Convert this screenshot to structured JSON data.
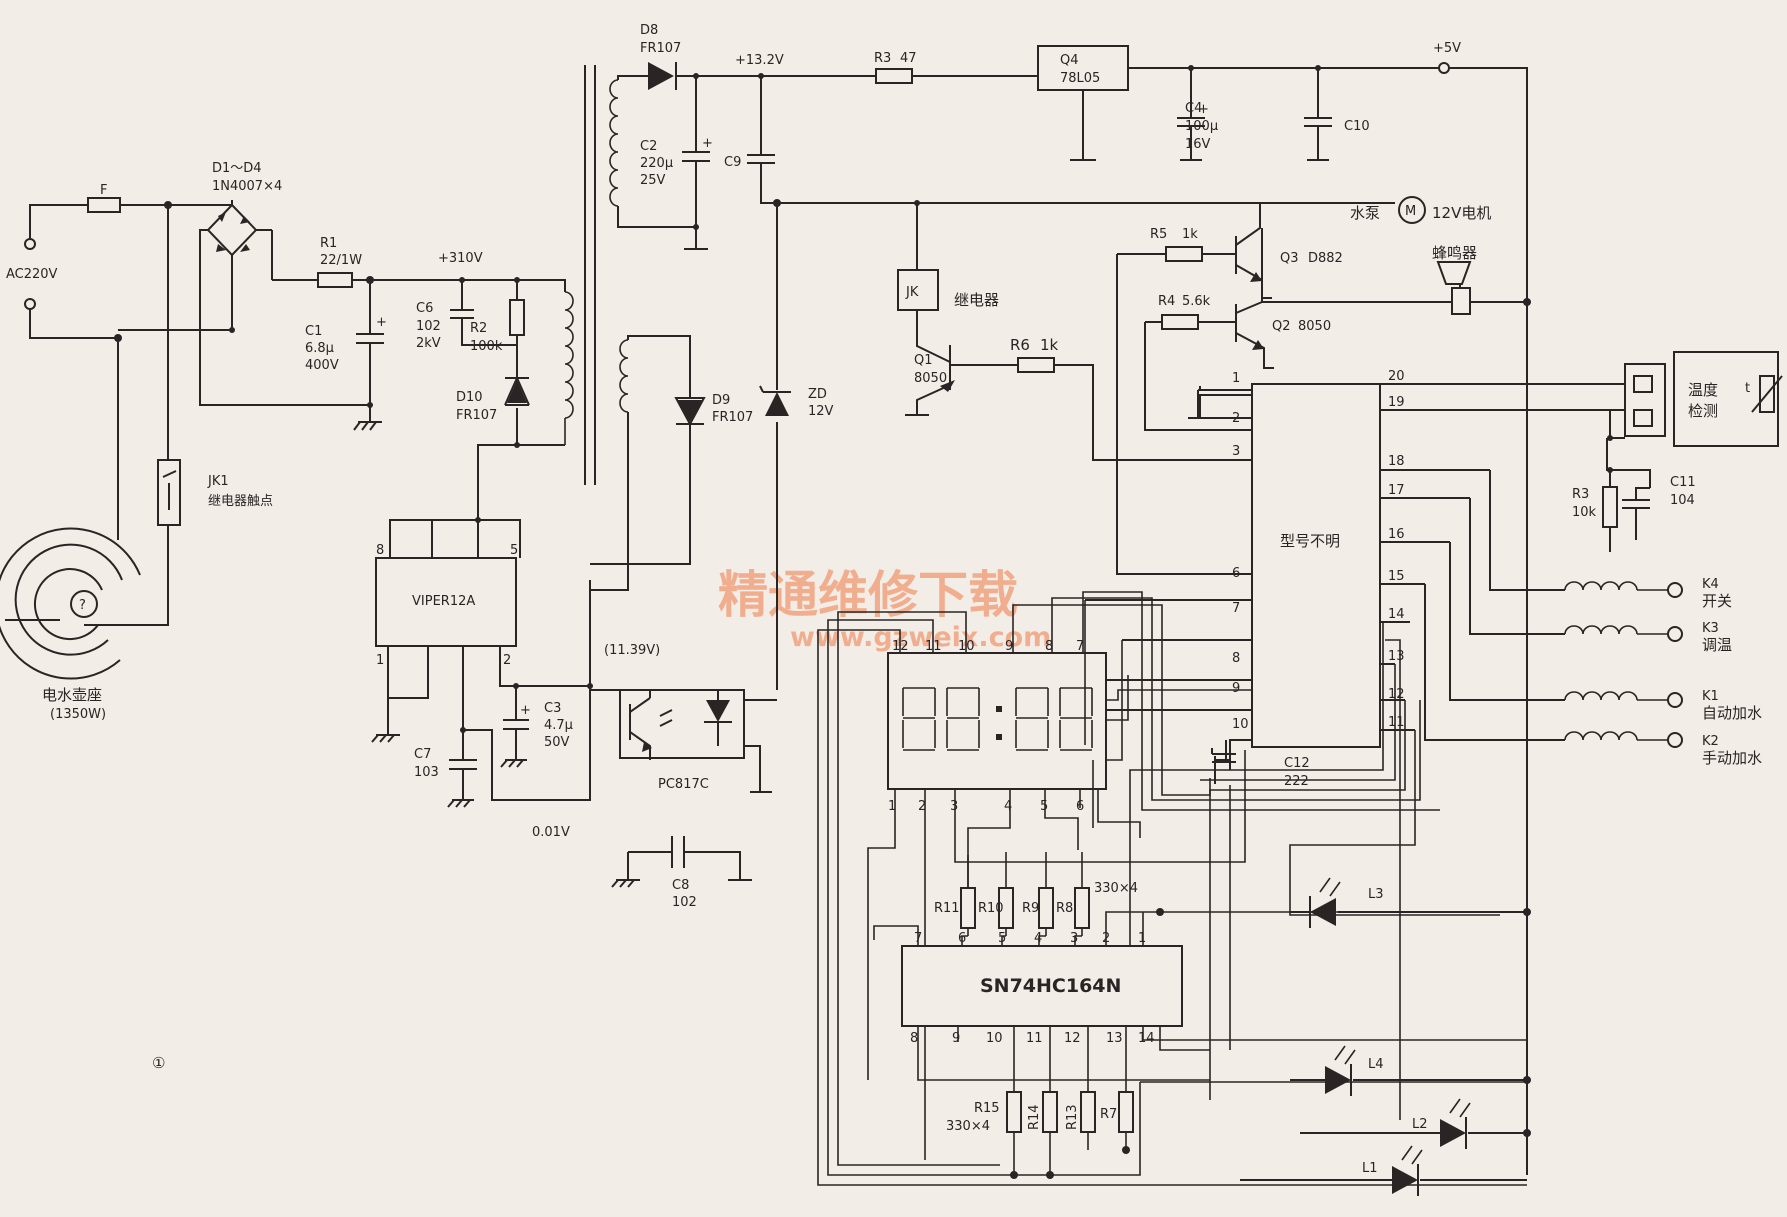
{
  "figure_number": "①",
  "watermark": {
    "title": "精通维修下载",
    "url": "www.gzweix.com"
  },
  "power": {
    "ac_input": "AC220V",
    "fuse": "F",
    "bridge": {
      "ref": "D1～D4",
      "value": "1N4007×4"
    },
    "r1": {
      "ref": "R1",
      "value": "22/1W"
    },
    "rail_310": "+310V",
    "c1": {
      "ref": "C1",
      "value": "6.8μ",
      "voltage": "400V"
    },
    "c6": {
      "ref": "C6",
      "value": "102",
      "voltage": "2kV"
    },
    "r2": {
      "ref": "R2",
      "value": "100k"
    },
    "d10": {
      "ref": "D10",
      "value": "FR107"
    },
    "ic": {
      "name": "VIPER12A",
      "pins": [
        "8",
        "5",
        "1",
        "2"
      ]
    },
    "c7": {
      "ref": "C7",
      "value": "103"
    },
    "c3": {
      "ref": "C3",
      "value": "4.7μ",
      "voltage": "50V"
    },
    "v_1139": "(11.39V)",
    "v_001": "0.01V",
    "optocoupler": "PC817C",
    "c8": {
      "ref": "C8",
      "value": "102"
    },
    "d9": {
      "ref": "D9",
      "value": "FR107"
    },
    "zd": {
      "ref": "ZD",
      "value": "12V"
    },
    "d8": {
      "ref": "D8",
      "value": "FR107"
    },
    "rail_132": "+13.2V",
    "c2": {
      "ref": "C2",
      "value": "220μ",
      "voltage": "25V"
    },
    "c9": {
      "ref": "C9"
    },
    "r3_top": {
      "ref": "R3",
      "value": "47"
    },
    "q4": {
      "ref": "Q4",
      "value": "78L05"
    },
    "c4": {
      "ref": "C4",
      "value": "100μ",
      "voltage": "16V"
    },
    "c10": {
      "ref": "C10"
    },
    "rail_5": "+5V"
  },
  "kettle": {
    "relay_contact": {
      "ref": "JK1",
      "label": "继电器触点"
    },
    "base_label": "电水壶座",
    "base_power": "(1350W)",
    "base_mark": "?"
  },
  "drive": {
    "pump_label": "水泵",
    "motor_symbol": "M",
    "motor_label": "12V电机",
    "relay": {
      "ref": "JK",
      "label": "继电器"
    },
    "q1": {
      "ref": "Q1",
      "value": "8050"
    },
    "r6": {
      "ref": "R6",
      "value": "1k"
    },
    "r5": {
      "ref": "R5",
      "value": "1k"
    },
    "q3": {
      "ref": "Q3",
      "value": "D882"
    },
    "buzzer_label": "蜂鸣器",
    "r4": {
      "ref": "R4",
      "value": "5.6k"
    },
    "q2": {
      "ref": "Q2",
      "value": "8050"
    }
  },
  "mcu": {
    "label": "型号不明",
    "left_pins": [
      "1",
      "2",
      "3",
      "6",
      "7",
      "8",
      "9",
      "10"
    ],
    "right_pins": [
      "20",
      "19",
      "18",
      "17",
      "16",
      "15",
      "14",
      "13",
      "12",
      "11"
    ]
  },
  "sensor": {
    "label_line1": "温度",
    "label_line2": "检测",
    "thermistor": "t",
    "r3": {
      "ref": "R3",
      "value": "10k"
    },
    "c11": {
      "ref": "C11",
      "value": "104"
    }
  },
  "keys": [
    {
      "ref": "K4",
      "label": "开关"
    },
    {
      "ref": "K3",
      "label": "调温"
    },
    {
      "ref": "K1",
      "label": "自动加水"
    },
    {
      "ref": "K2",
      "label": "手动加水"
    }
  ],
  "c12": {
    "ref": "C12",
    "value": "222"
  },
  "display": {
    "top_pins": [
      "12",
      "11",
      "10",
      "9",
      "8",
      "7"
    ],
    "bottom_pins": [
      "1",
      "2",
      "3",
      "4",
      "5",
      "6"
    ]
  },
  "shift_register": {
    "name": "SN74HC164N",
    "top_pins": [
      "7",
      "6",
      "5",
      "4",
      "3",
      "2",
      "1"
    ],
    "bottom_pins": [
      "8",
      "9",
      "10",
      "11",
      "12",
      "13",
      "14"
    ]
  },
  "resistors_top": {
    "refs": [
      "R11",
      "R10",
      "R9",
      "R8"
    ],
    "value": "330×4"
  },
  "resistors_bottom": {
    "refs": [
      "R15",
      "R14",
      "R13",
      "R7"
    ],
    "value": "330×4"
  },
  "leds": [
    "L3",
    "L4",
    "L2",
    "L1"
  ]
}
